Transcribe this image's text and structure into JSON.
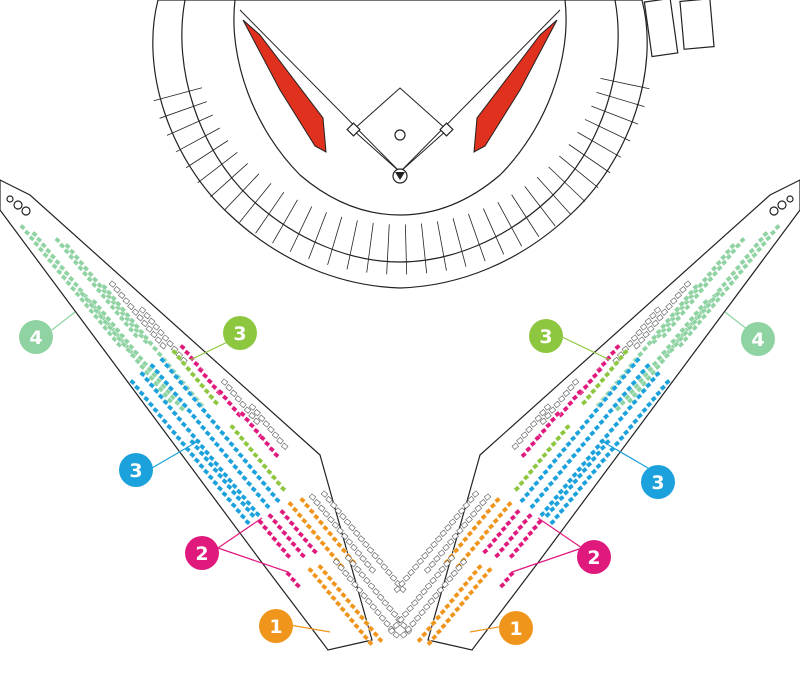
{
  "legend": {
    "zones": [
      {
        "id": "1",
        "label": "1",
        "color": "#f0951c"
      },
      {
        "id": "2",
        "label": "2",
        "color": "#e0197d"
      },
      {
        "id": "3g",
        "label": "3",
        "color": "#8dc63f"
      },
      {
        "id": "3b",
        "label": "3",
        "color": "#1ba1dc"
      },
      {
        "id": "4",
        "label": "4",
        "color": "#8fd3a3"
      }
    ]
  },
  "colors": {
    "accent_red": "#e0311f",
    "line": "#222222",
    "empty_seat": "#ffffff"
  },
  "icons": [
    "home-plate-icon",
    "pitchers-mound-icon"
  ]
}
